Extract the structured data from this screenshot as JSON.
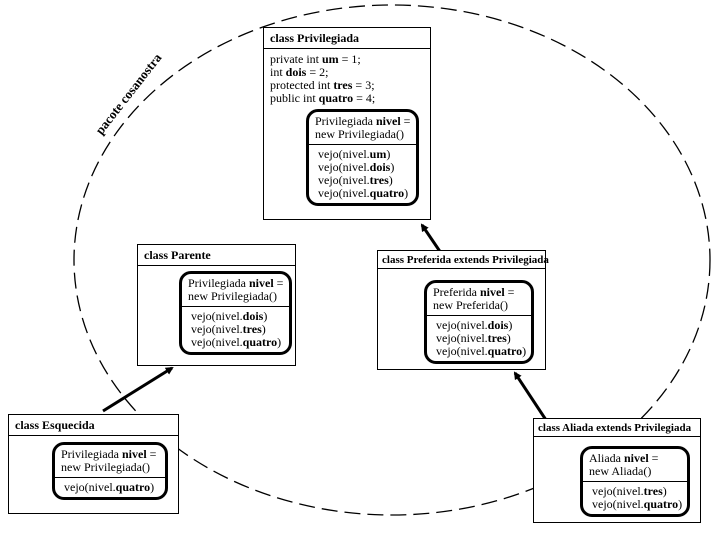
{
  "package": {
    "label": "pacote cosanostra"
  },
  "classes": {
    "privilegiada": {
      "title": "class Privilegiada",
      "fields": [
        {
          "pre": "private int ",
          "name": "um",
          "post": " = 1;"
        },
        {
          "pre": "int ",
          "name": "dois",
          "post": " = 2;"
        },
        {
          "pre": "protected int ",
          "name": "tres",
          "post": " = 3;"
        },
        {
          "pre": "public int ",
          "name": "quatro",
          "post": " = 4;"
        }
      ],
      "object": {
        "decl_pre": "Privilegiada ",
        "decl_var": "nivel",
        "decl_eq": " =",
        "decl_new": "new Privilegiada()",
        "calls": [
          {
            "pre": "vejo(nivel.",
            "name": "um",
            "post": ")"
          },
          {
            "pre": "vejo(nivel.",
            "name": "dois",
            "post": ")"
          },
          {
            "pre": "vejo(nivel.",
            "name": "tres",
            "post": ")"
          },
          {
            "pre": "vejo(nivel.",
            "name": "quatro",
            "post": ")"
          }
        ]
      }
    },
    "parente": {
      "title": "class Parente",
      "object": {
        "decl_pre": "Privilegiada ",
        "decl_var": "nivel",
        "decl_eq": " =",
        "decl_new": "new Privilegiada()",
        "calls": [
          {
            "pre": "vejo(nivel.",
            "name": "dois",
            "post": ")"
          },
          {
            "pre": "vejo(nivel.",
            "name": "tres",
            "post": ")"
          },
          {
            "pre": "vejo(nivel.",
            "name": "quatro",
            "post": ")"
          }
        ]
      }
    },
    "preferida": {
      "title": "class Preferida extends Privilegiada",
      "object": {
        "decl_pre": "Preferida ",
        "decl_var": "nivel",
        "decl_eq": " =",
        "decl_new": "new Preferida()",
        "calls": [
          {
            "pre": "vejo(nivel.",
            "name": "dois",
            "post": ")"
          },
          {
            "pre": "vejo(nivel.",
            "name": "tres",
            "post": ")"
          },
          {
            "pre": "vejo(nivel.",
            "name": "quatro",
            "post": ")"
          }
        ]
      }
    },
    "esquecida": {
      "title": "class Esquecida",
      "object": {
        "decl_pre": "Privilegiada ",
        "decl_var": "nivel",
        "decl_eq": " =",
        "decl_new": "new Privilegiada()",
        "calls": [
          {
            "pre": "vejo(nivel.",
            "name": "quatro",
            "post": ")"
          }
        ]
      }
    },
    "aliada": {
      "title": "class Aliada extends Privilegiada",
      "object": {
        "decl_pre": "Aliada ",
        "decl_var": "nivel",
        "decl_eq": " =",
        "decl_new": "new Aliada()",
        "calls": [
          {
            "pre": "vejo(nivel.",
            "name": "tres",
            "post": ")"
          },
          {
            "pre": "vejo(nivel.",
            "name": "quatro",
            "post": ")"
          }
        ]
      }
    }
  }
}
